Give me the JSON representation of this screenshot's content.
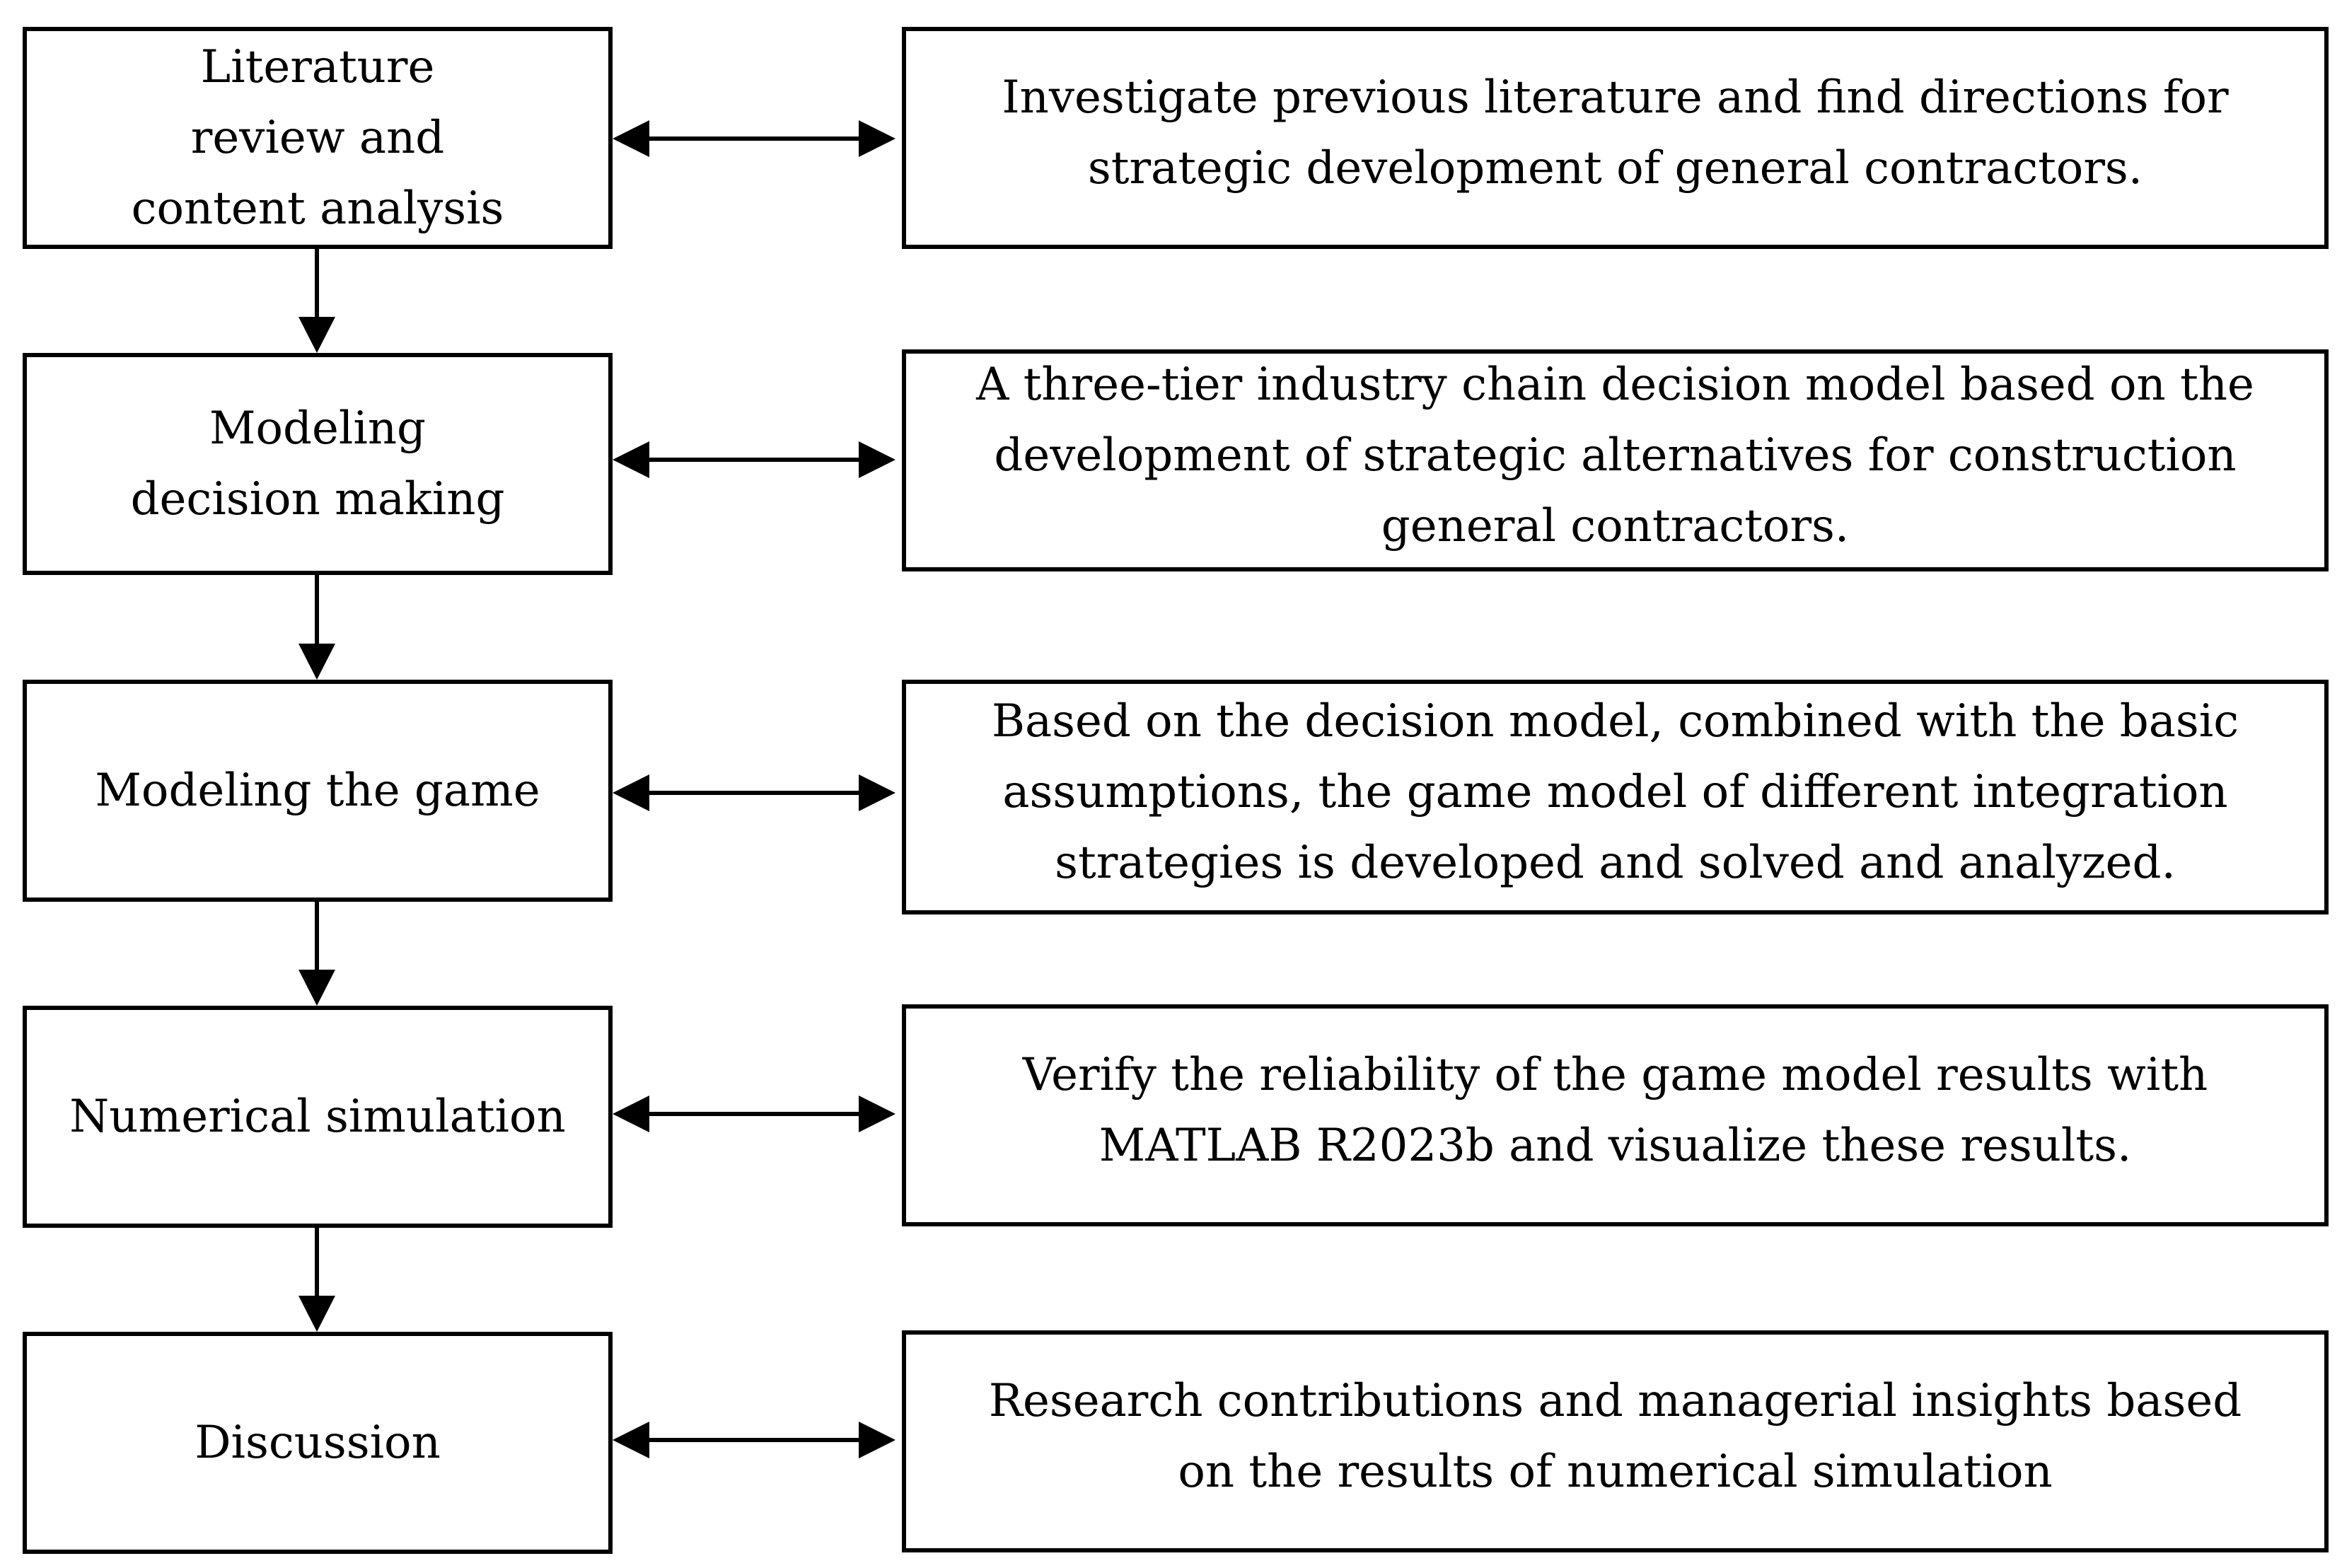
{
  "steps": [
    {
      "name": "Literature review and content analysis",
      "description": "Investigate previous literature and find directions for strategic development of general contractors."
    },
    {
      "name": "Modeling decision making",
      "description": "A three-tier industry chain decision model based on the development of strategic alternatives for construction general contractors."
    },
    {
      "name": "Modeling the game",
      "description": "Based on the decision model, combined with the basic assumptions, the game model of different integration strategies is developed and solved and analyzed."
    },
    {
      "name": "Numerical simulation",
      "description": "Verify the reliability of the game model results with MATLAB R2023b and visualize these results."
    },
    {
      "name": "Discussion",
      "description": "Research contributions and managerial insights based on the results of numerical simulation"
    }
  ]
}
